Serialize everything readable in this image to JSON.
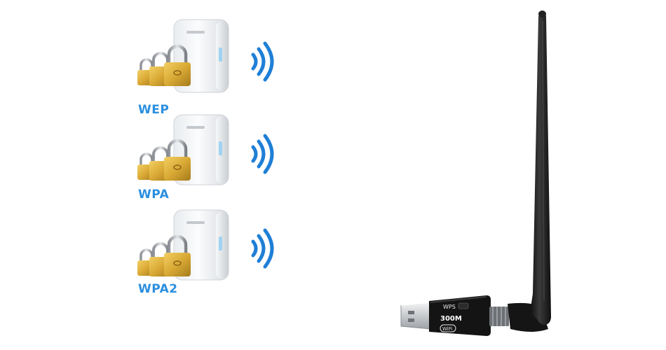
{
  "security_levels": [
    {
      "label": "WEP"
    },
    {
      "label": "WPA"
    },
    {
      "label": "WPA2"
    }
  ],
  "adapter": {
    "wps_label": "WPS",
    "speed_label": "300M",
    "wifi_badge": "WiFi"
  },
  "colors": {
    "label_blue": "#2b8fe0",
    "wave_blue": "#1f7fd6",
    "lock_gold": "#d9a935",
    "antenna_black": "#1c1c1c"
  },
  "icons": [
    "router-icon",
    "padlock-icon",
    "wifi-signal-icon",
    "usb-adapter-icon",
    "antenna-icon"
  ]
}
